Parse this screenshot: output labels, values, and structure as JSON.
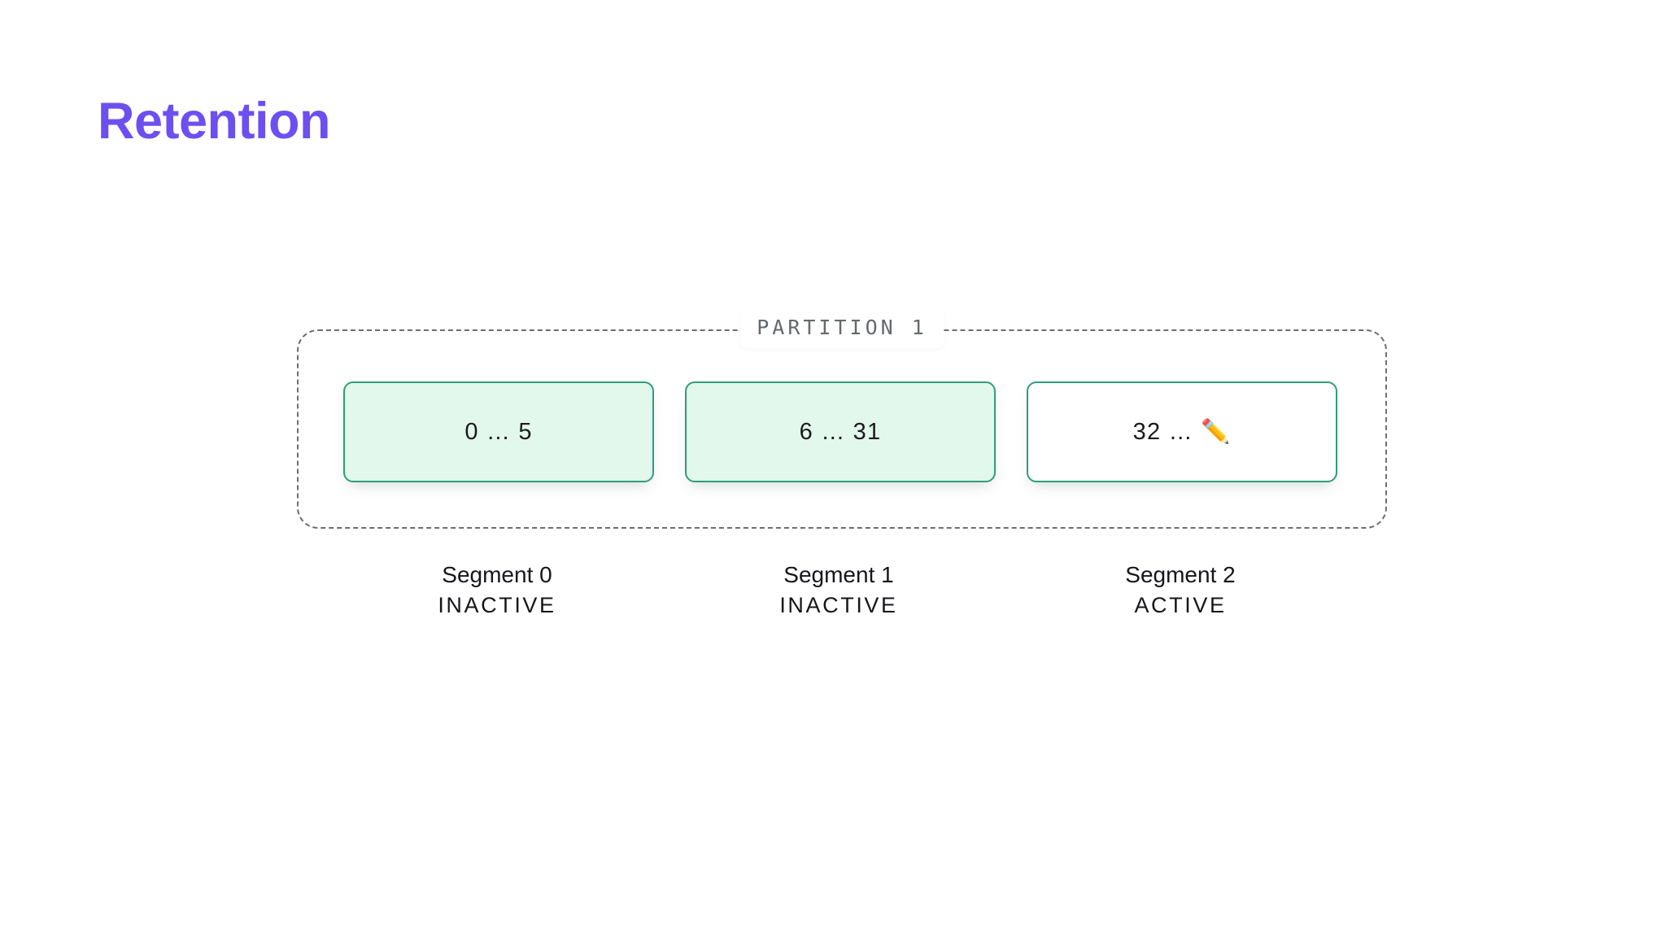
{
  "title": "Retention",
  "accent_color": "#6C4FF0",
  "segment_border_color": "#2E9E78",
  "segment_fill_color": "#E2F8EC",
  "partition": {
    "label": "PARTITION 1",
    "border_style": "dashed",
    "border_color": "#6E6E6E"
  },
  "segments": [
    {
      "range": "0 … 5",
      "name": "Segment 0",
      "state": "INACTIVE",
      "filled": true
    },
    {
      "range": "6 … 31",
      "name": "Segment 1",
      "state": "INACTIVE",
      "filled": true
    },
    {
      "range": "32 … ✏️",
      "name": "Segment 2",
      "state": "ACTIVE",
      "filled": false
    }
  ]
}
